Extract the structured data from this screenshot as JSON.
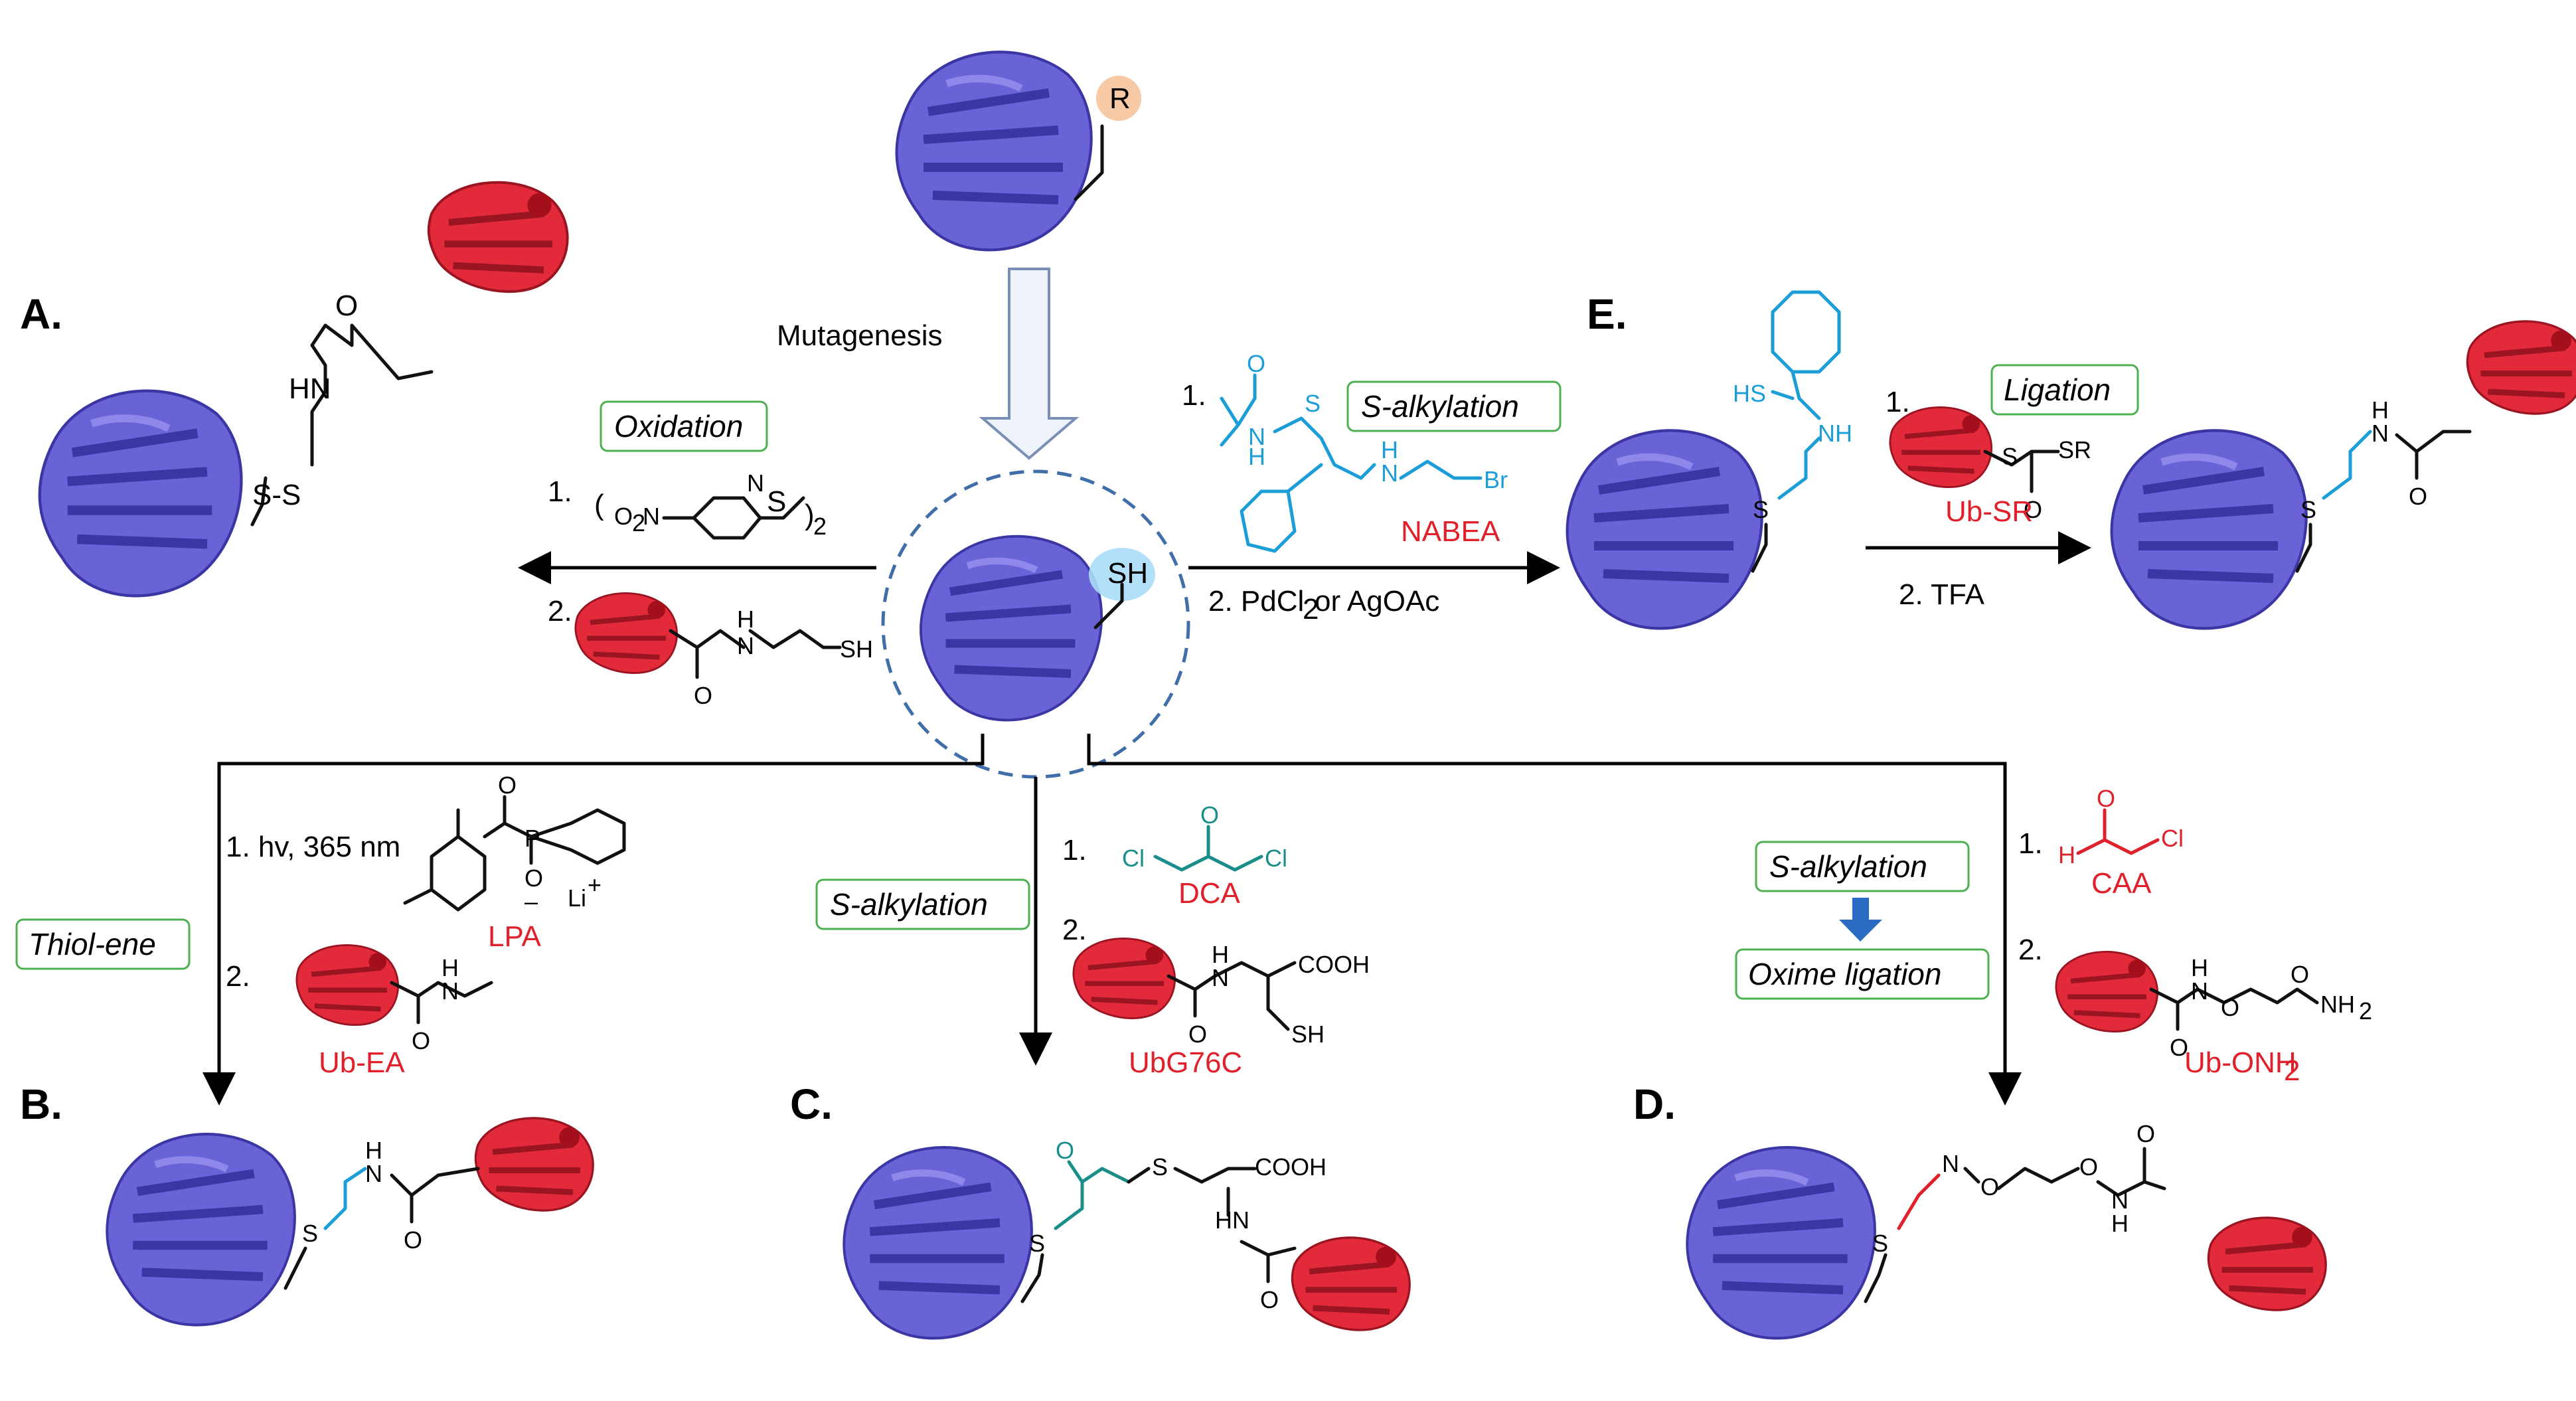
{
  "panels": {
    "A": "A.",
    "B": "B.",
    "C": "C.",
    "D": "D.",
    "E": "E."
  },
  "mutagenesis": "Mutagenesis",
  "r_group": "R",
  "sh_group": "SH",
  "boxes": {
    "oxidation": "Oxidation",
    "s_alkylation_top": "S-alkylation",
    "ligation": "Ligation",
    "thiol_ene": "Thiol-ene",
    "s_alkylation_mid": "S-alkylation",
    "s_alkylation_right": "S-alkylation",
    "oxime_ligation": "Oxime ligation"
  },
  "steps": {
    "one": "1.",
    "two": "2.",
    "pdcl": "2. PdCl",
    "pdcl_sub": "2",
    "pdcl_tail": " or AgOAc",
    "tfa": "2. TFA",
    "hv": "1. hv, 365 nm",
    "o2n": "O",
    "o2n_sub": "2",
    "o2n_n": "N",
    "n_atom": "N",
    "s_sub": "2"
  },
  "reagents": {
    "nabea": "NABEA",
    "ub_sr": "Ub-SR",
    "lpa": "LPA",
    "ub_ea": "Ub-EA",
    "dca": "DCA",
    "ubg76c": "UbG76C",
    "caa": "CAA",
    "ub_onh2": "Ub-ONH",
    "ub_onh2_sub": "2"
  },
  "atoms": {
    "hn": "HN",
    "n": "N",
    "h": "H",
    "o": "O",
    "s": "S",
    "ss": "S-S",
    "sh": "SH",
    "hs": "HS",
    "nh": "NH",
    "br": "Br",
    "cl": "Cl",
    "cooh": "COOH",
    "sr": "SR",
    "p": "P",
    "li": "Li",
    "plus": "+",
    "minus": "–",
    "nh2": "NH",
    "nh2_sub": "2"
  },
  "colors": {
    "protein": "#6a63d8",
    "ubiquitin": "#e32a3a",
    "box": "#4caf50",
    "blue_reagent": "#1b9ed8",
    "teal_reagent": "#1a8f8a",
    "red_label": "#e0202a"
  }
}
